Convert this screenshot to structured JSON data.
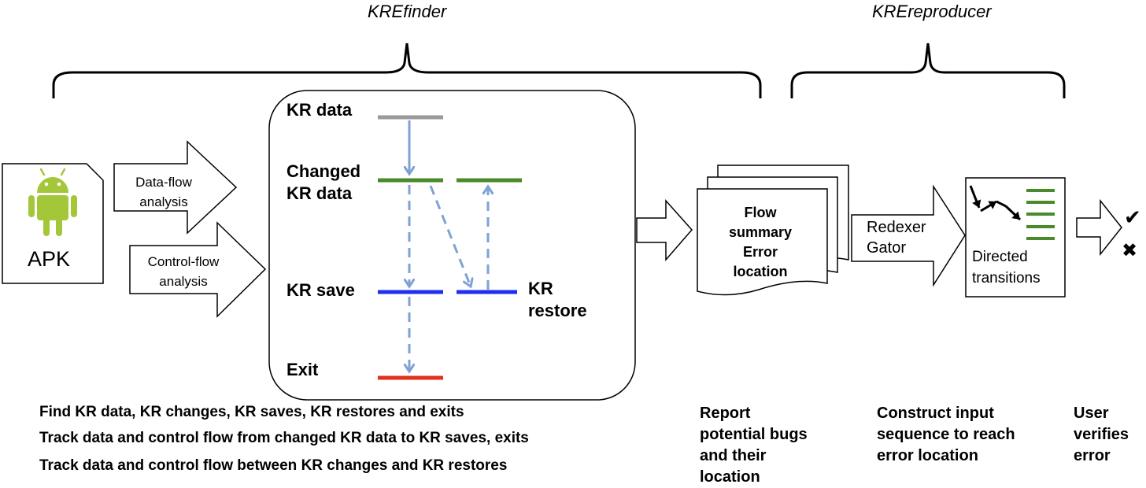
{
  "headers": {
    "finder": "KREfinder",
    "reproducer": "KREreproducer"
  },
  "apk": {
    "label": "APK",
    "icon": "android-robot-icon"
  },
  "inputs": {
    "dataflow": [
      "Data-flow",
      "analysis"
    ],
    "controlflow": [
      "Control-flow",
      "analysis"
    ]
  },
  "finder_box": {
    "kr_data": "KR data",
    "changed": [
      "Changed",
      "KR data"
    ],
    "kr_save": "KR save",
    "kr_restore": [
      "KR",
      "restore"
    ],
    "exit": "Exit"
  },
  "report": {
    "lines": [
      "Flow",
      "summary",
      "Error",
      "location"
    ]
  },
  "redexer": [
    "Redexer",
    "Gator"
  ],
  "directed": [
    "Directed",
    "transitions"
  ],
  "verify_icons": [
    "check-icon",
    "cross-icon"
  ],
  "bottom": {
    "lines": [
      "Find KR data, KR changes, KR saves, KR restores and exits",
      "Track data and control flow from changed KR data to KR saves, exits",
      "Track data and control flow between KR changes and KR restores"
    ],
    "report": [
      "Report",
      "potential bugs",
      "and their",
      "location"
    ],
    "construct": [
      "Construct input",
      "sequence to reach",
      "error location"
    ],
    "user": [
      "User",
      "verifies",
      "error"
    ]
  },
  "colors": {
    "kr_data_line": "#9a9a9a",
    "changed_line": "#4a8a2a",
    "save_line": "#1f2ff0",
    "exit_line": "#e0301a",
    "flow_arrow": "#7fa2d4",
    "android": "#a4c639"
  }
}
